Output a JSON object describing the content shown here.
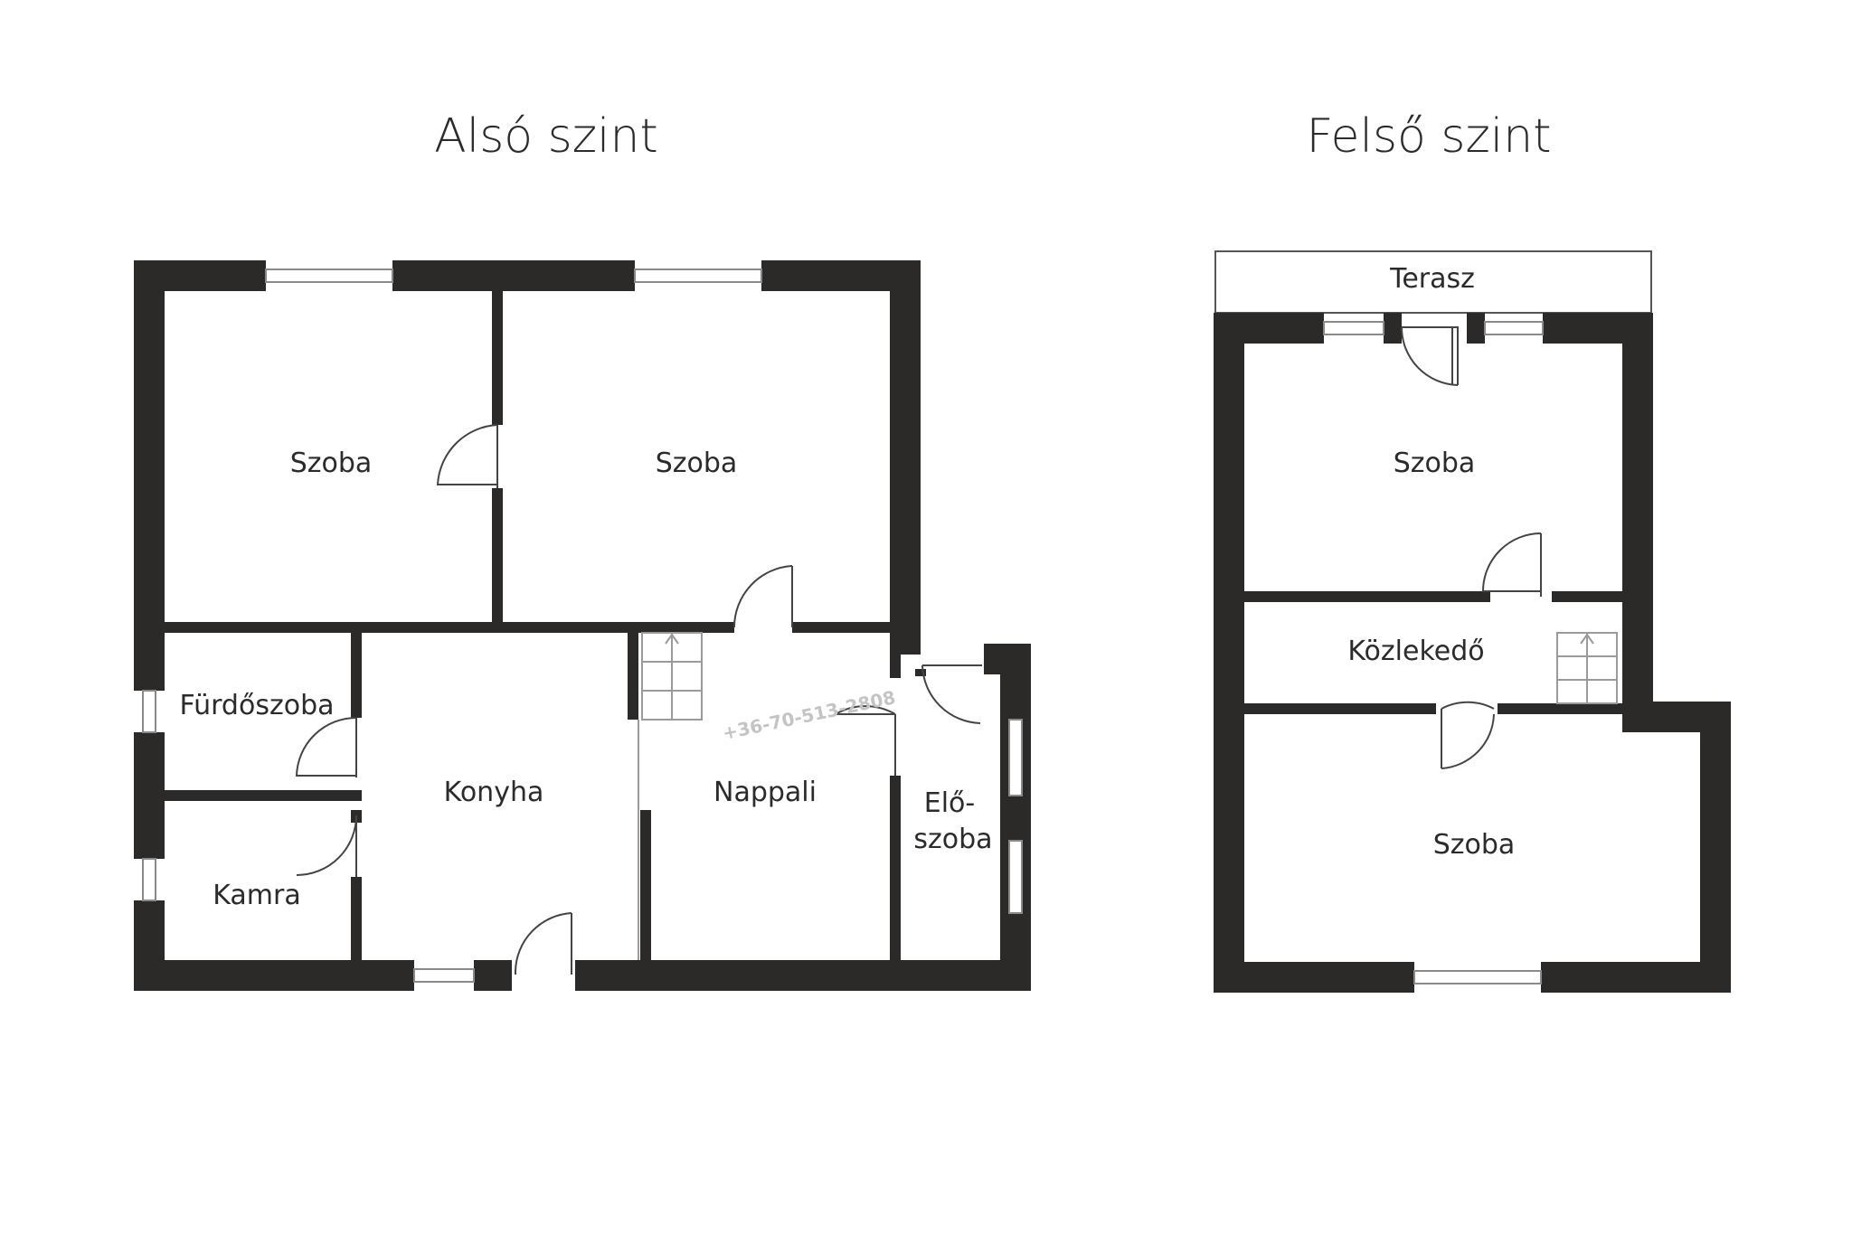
{
  "floors": {
    "lower": {
      "title": "Alsó szint",
      "rooms": {
        "szoba_left": "Szoba",
        "szoba_right": "Szoba",
        "furdoszoba": "Fürdőszoba",
        "konyha": "Konyha",
        "nappali": "Nappali",
        "eloszoba_line1": "Elő-",
        "eloszoba_line2": "szoba",
        "kamra": "Kamra"
      },
      "watermark": "+36-70-513-2808"
    },
    "upper": {
      "title": "Felső szint",
      "rooms": {
        "terasz": "Terasz",
        "szoba_top": "Szoba",
        "kozlekedo": "Közlekedő",
        "szoba_bottom": "Szoba"
      }
    }
  },
  "colors": {
    "wall": "#2b2a28",
    "background": "#ffffff",
    "text": "#2b2b2b"
  }
}
